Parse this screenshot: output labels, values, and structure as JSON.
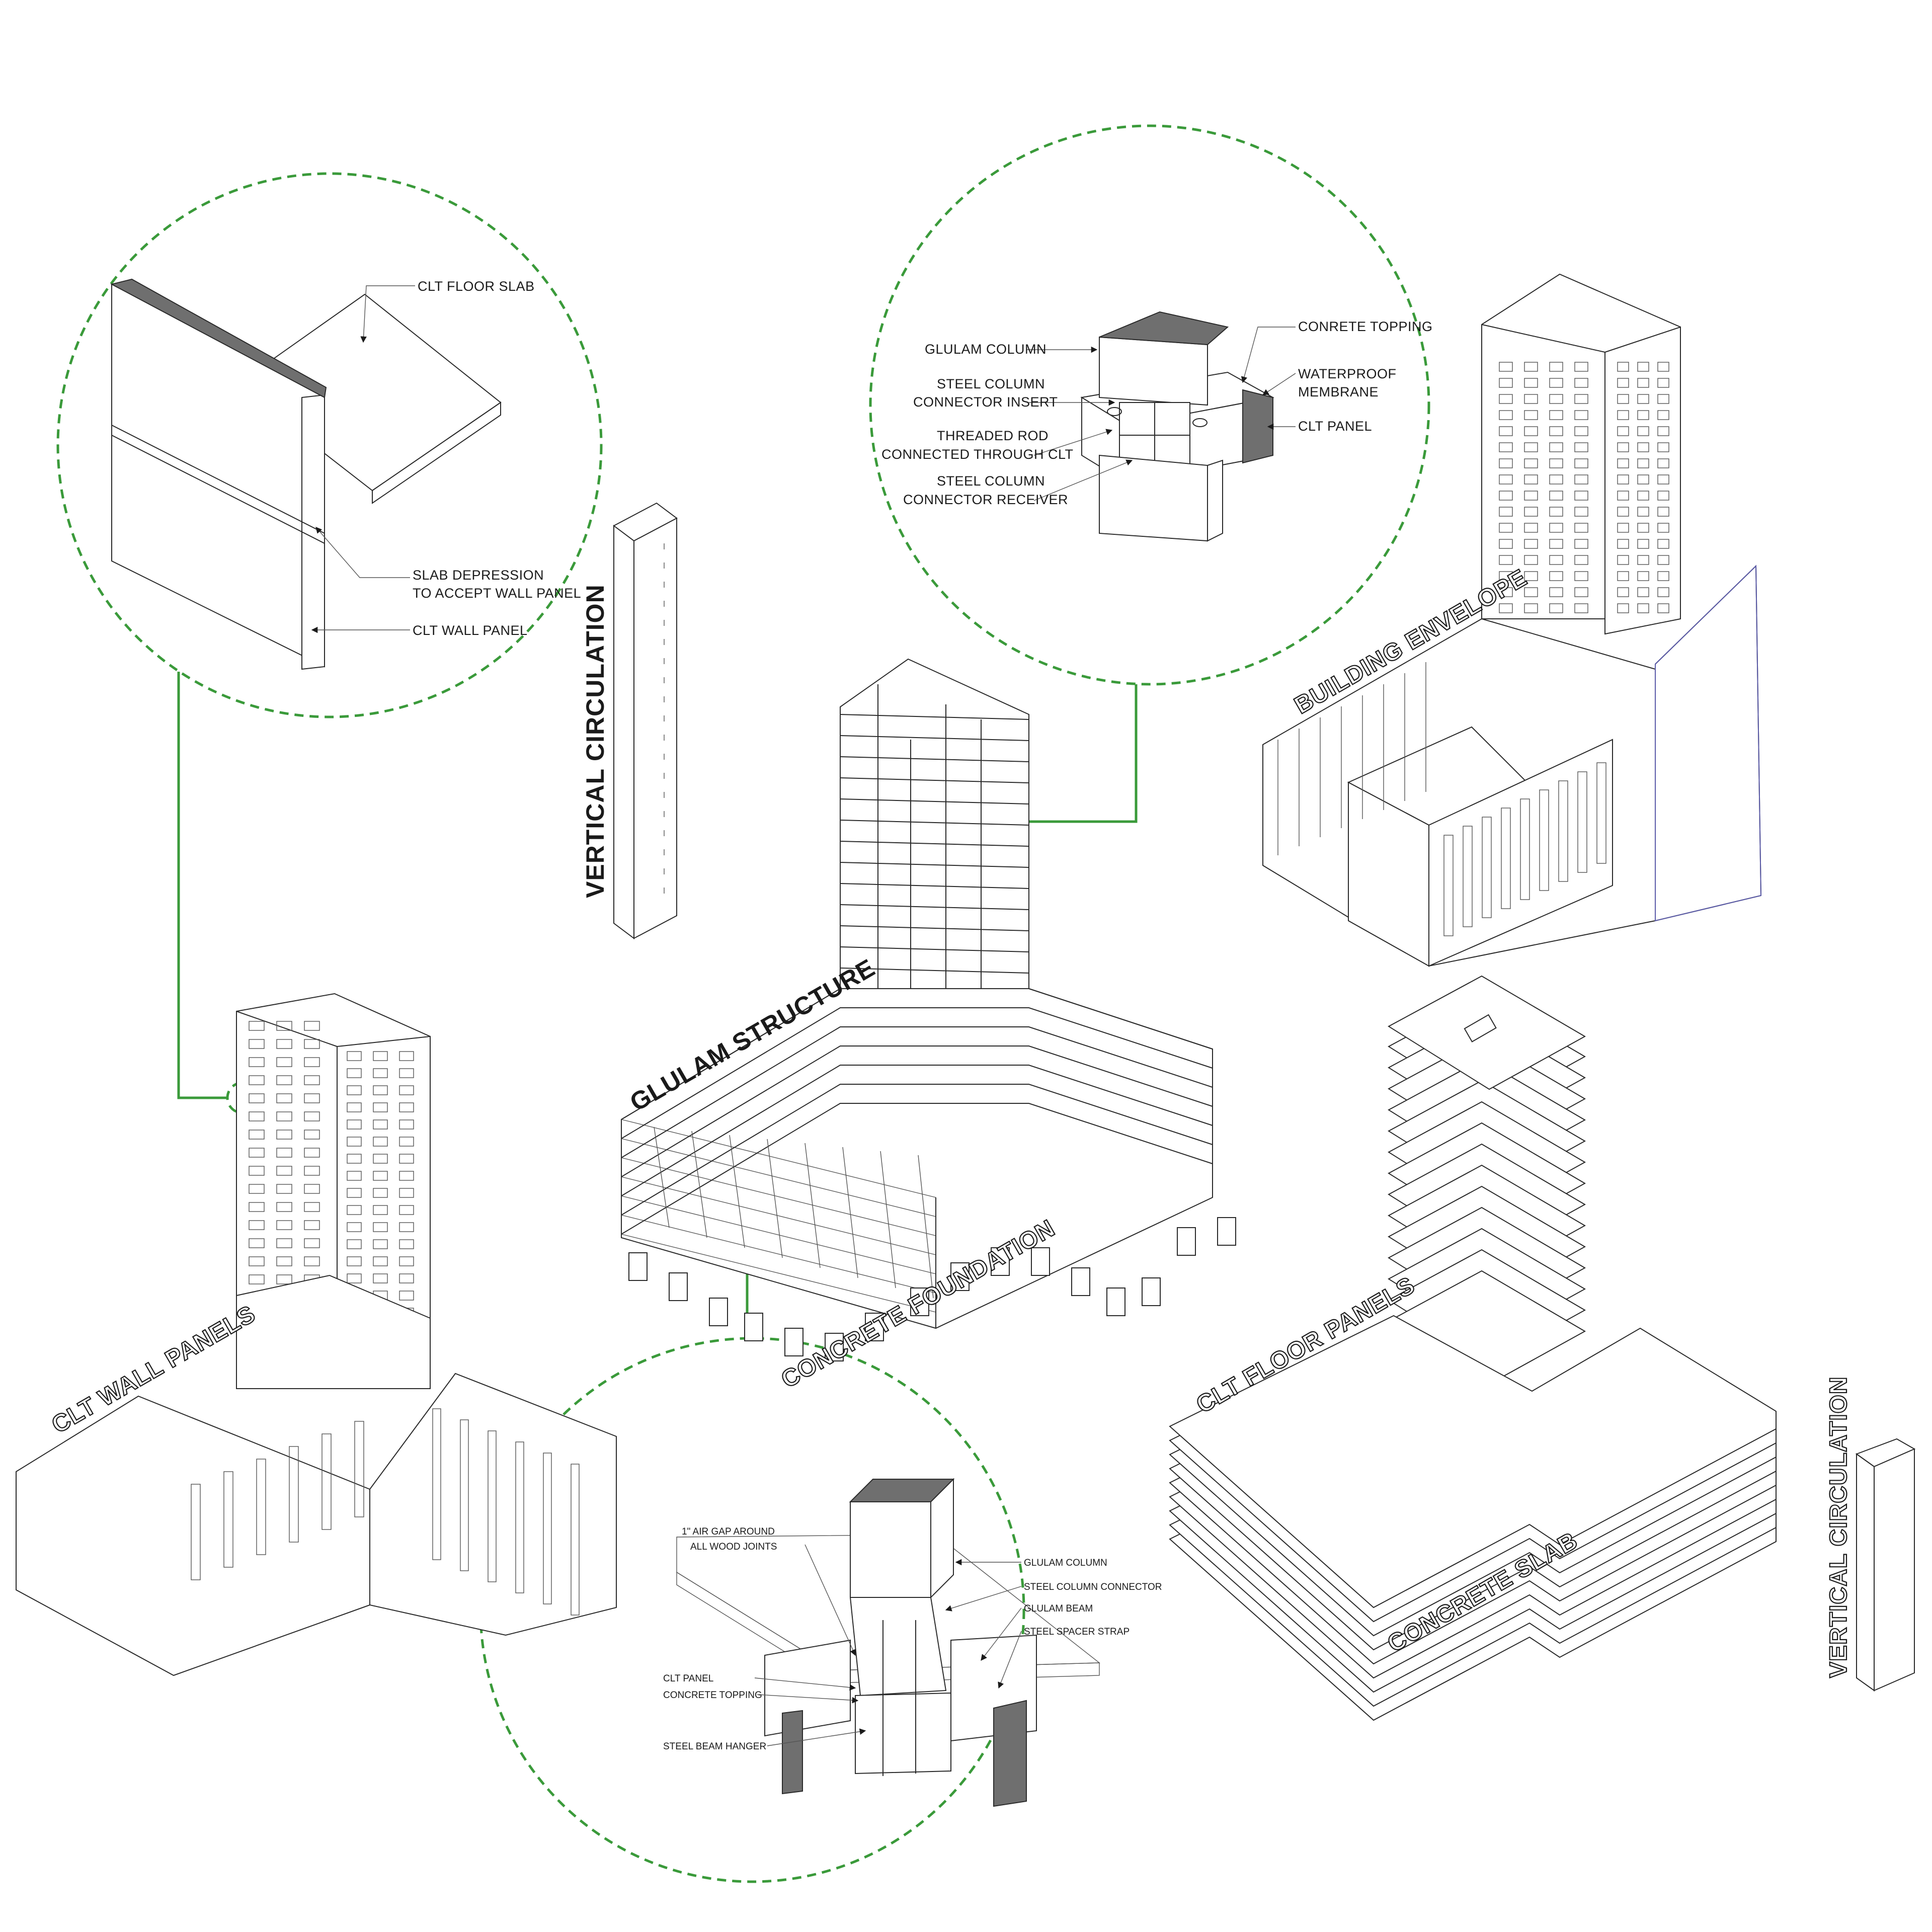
{
  "colors": {
    "accent_green": "#3a9a3a",
    "line": "#2a2a2a",
    "envelope_blue": "#5a5aa8"
  },
  "section_labels": {
    "vertical_circulation_top": "VERTICAL CIRCULATION",
    "glulam_structure": "GLULAM STRUCTURE",
    "concrete_foundation": "CONCRETE FOUNDATION",
    "building_envelope": "BUILDING ENVELOPE",
    "clt_wall_panels": "CLT WALL PANELS",
    "clt_floor_panels": "CLT FLOOR PANELS",
    "concrete_slab": "CONCRETE SLAB",
    "vertical_circulation_bottom": "VERTICAL CIRCULATION"
  },
  "detail_wall": {
    "clt_floor_slab": "CLT FLOOR SLAB",
    "slab_depression_1": "SLAB DEPRESSION",
    "slab_depression_2": "TO ACCEPT WALL PANEL",
    "clt_wall_panel": "CLT WALL PANEL"
  },
  "detail_column": {
    "glulam_column": "GLULAM COLUMN",
    "steel_insert_1": "STEEL COLUMN",
    "steel_insert_2": "CONNECTOR INSERT",
    "threaded_rod_1": "THREADED ROD",
    "threaded_rod_2": "CONNECTED THROUGH CLT",
    "steel_receiver_1": "STEEL COLUMN",
    "steel_receiver_2": "CONNECTOR RECEIVER",
    "concrete_topping": "CONRETE TOPPING",
    "waterproof_1": "WATERPROOF",
    "waterproof_2": "MEMBRANE",
    "clt_panel": "CLT PANEL"
  },
  "detail_beam": {
    "air_gap_1": "1\" AIR GAP AROUND",
    "air_gap_2": "ALL WOOD JOINTS",
    "glulam_column": "GLULAM COLUMN",
    "steel_column_connector": "STEEL COLUMN CONNECTOR",
    "glulam_beam": "GLULAM BEAM",
    "steel_spacer_strap": "STEEL SPACER STRAP",
    "clt_panel": "CLT PANEL",
    "concrete_topping": "CONCRETE TOPPING",
    "steel_beam_hanger": "STEEL BEAM HANGER"
  }
}
